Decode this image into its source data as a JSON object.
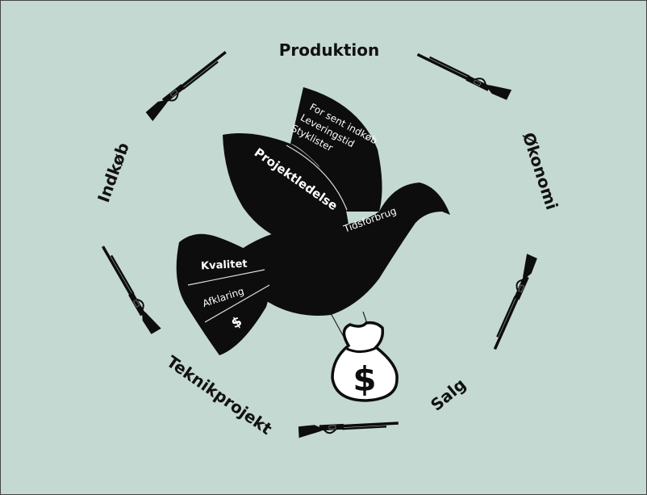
{
  "colors": {
    "background": "#c4d9d1",
    "frame": "#444444",
    "ink": "#0d0d0d",
    "text": "#111111",
    "on_dark": "#ffffff"
  },
  "ring_labels": {
    "produktion": "Produktion",
    "okonomi": "Økonomi",
    "salg": "Salg",
    "teknikprojekt": "Teknikprojekt",
    "indkob": "Indkøb"
  },
  "bird_labels": {
    "wing_line_1": "For sent indkøb",
    "wing_line_2": "Leveringstid",
    "wing_line_3": "Styklister",
    "projektledelse": "Projektledelse",
    "tidsforbrug": "Tidsforbrug",
    "kvalitet": "Kvalitet",
    "afklaring": "Afklaring",
    "tail_symbol": "$"
  },
  "money_bag": {
    "symbol": "$"
  },
  "icons": [
    "dove-silhouette",
    "money-bag-icon",
    "rifle-icon"
  ]
}
